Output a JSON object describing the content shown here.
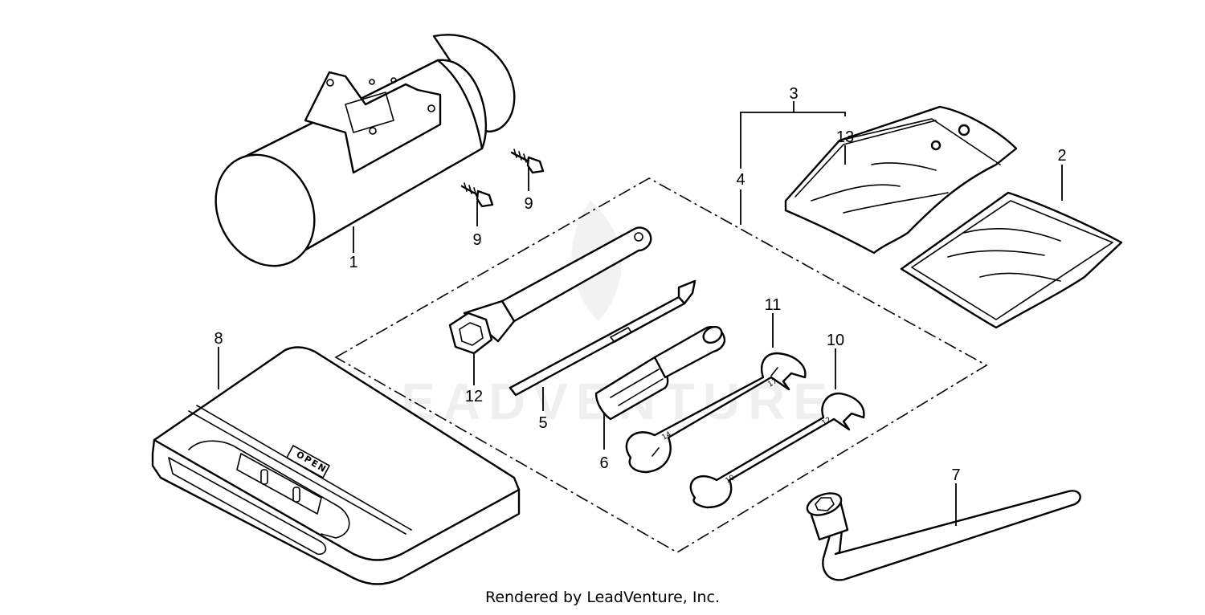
{
  "watermark": "LEADVENTURE",
  "footer": "Rendered by LeadVenture, Inc.",
  "case_label": "OPEN",
  "wrench_markings": {
    "w11_a": "17",
    "w11_b": "14",
    "w10_a": "12",
    "w10_b": "10"
  },
  "callouts": {
    "c1": "1",
    "c2": "2",
    "c3": "3",
    "c4": "4",
    "c5": "5",
    "c6": "6",
    "c7": "7",
    "c8": "8",
    "c9a": "9",
    "c9b": "9",
    "c10": "10",
    "c11": "11",
    "c12": "12",
    "c13": "13"
  }
}
